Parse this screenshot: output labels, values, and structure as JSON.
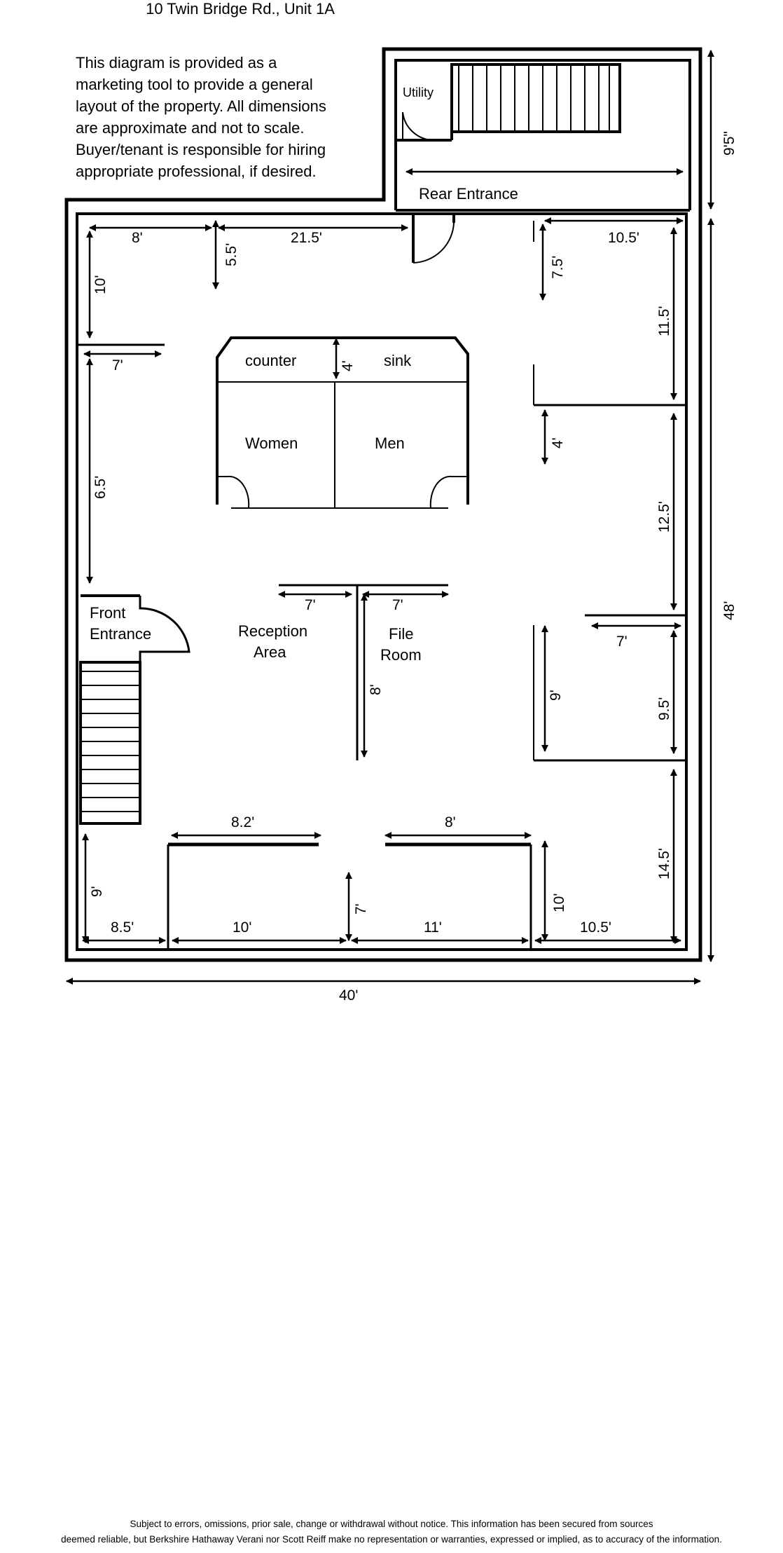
{
  "title": "10 Twin Bridge Rd., Unit 1A",
  "disclaimer_lines": [
    "This diagram is provided as a",
    "marketing tool to provide a general",
    "layout of the property. All dimensions",
    "are approximate and not to scale.",
    "Buyer/tenant is responsible for hiring",
    "appropriate professional, if desired."
  ],
  "rooms": {
    "utility": "Utility",
    "rear_entrance": "Rear Entrance",
    "counter": "counter",
    "sink": "sink",
    "women": "Women",
    "men": "Men",
    "front_entrance_1": "Front",
    "front_entrance_2": "Entrance",
    "reception_1": "Reception",
    "reception_2": "Area",
    "file_1": "File",
    "file_2": "Room"
  },
  "dimensions": {
    "d_8_top": "8'",
    "d_5_5": "5.5'",
    "d_21_5": "21.5'",
    "d_10_left": "10'",
    "d_10_5_top": "10.5'",
    "d_7_5": "7.5'",
    "d_11_5": "11.5'",
    "d_7_left": "7'",
    "d_4_counter": "4'",
    "d_4_right": "4'",
    "d_6_5": "6.5'",
    "d_12_5": "12.5'",
    "d_7_recep": "7'",
    "d_7_file": "7'",
    "d_7_right": "7'",
    "d_8_file": "8'",
    "d_9_mid": "9'",
    "d_9_5": "9.5'",
    "d_48": "48'",
    "d_9_5in": "9'5\"",
    "d_8_2": "8.2'",
    "d_8_bottom": "8'",
    "d_14_5": "14.5'",
    "d_9_left": "9'",
    "d_7_bottom": "7'",
    "d_10_bright": "10'",
    "d_8_5": "8.5'",
    "d_10_bottom": "10'",
    "d_11": "11'",
    "d_10_5_bottom": "10.5'",
    "d_40": "40'"
  },
  "footer_lines": [
    "Subject to errors, omissions, prior sale, change or withdrawal without notice.  This information has been secured from sources",
    "deemed reliable, but Berkshire Hathaway Verani nor Scott Reiff make no representation or warranties, expressed or implied, as to accuracy of the information."
  ]
}
